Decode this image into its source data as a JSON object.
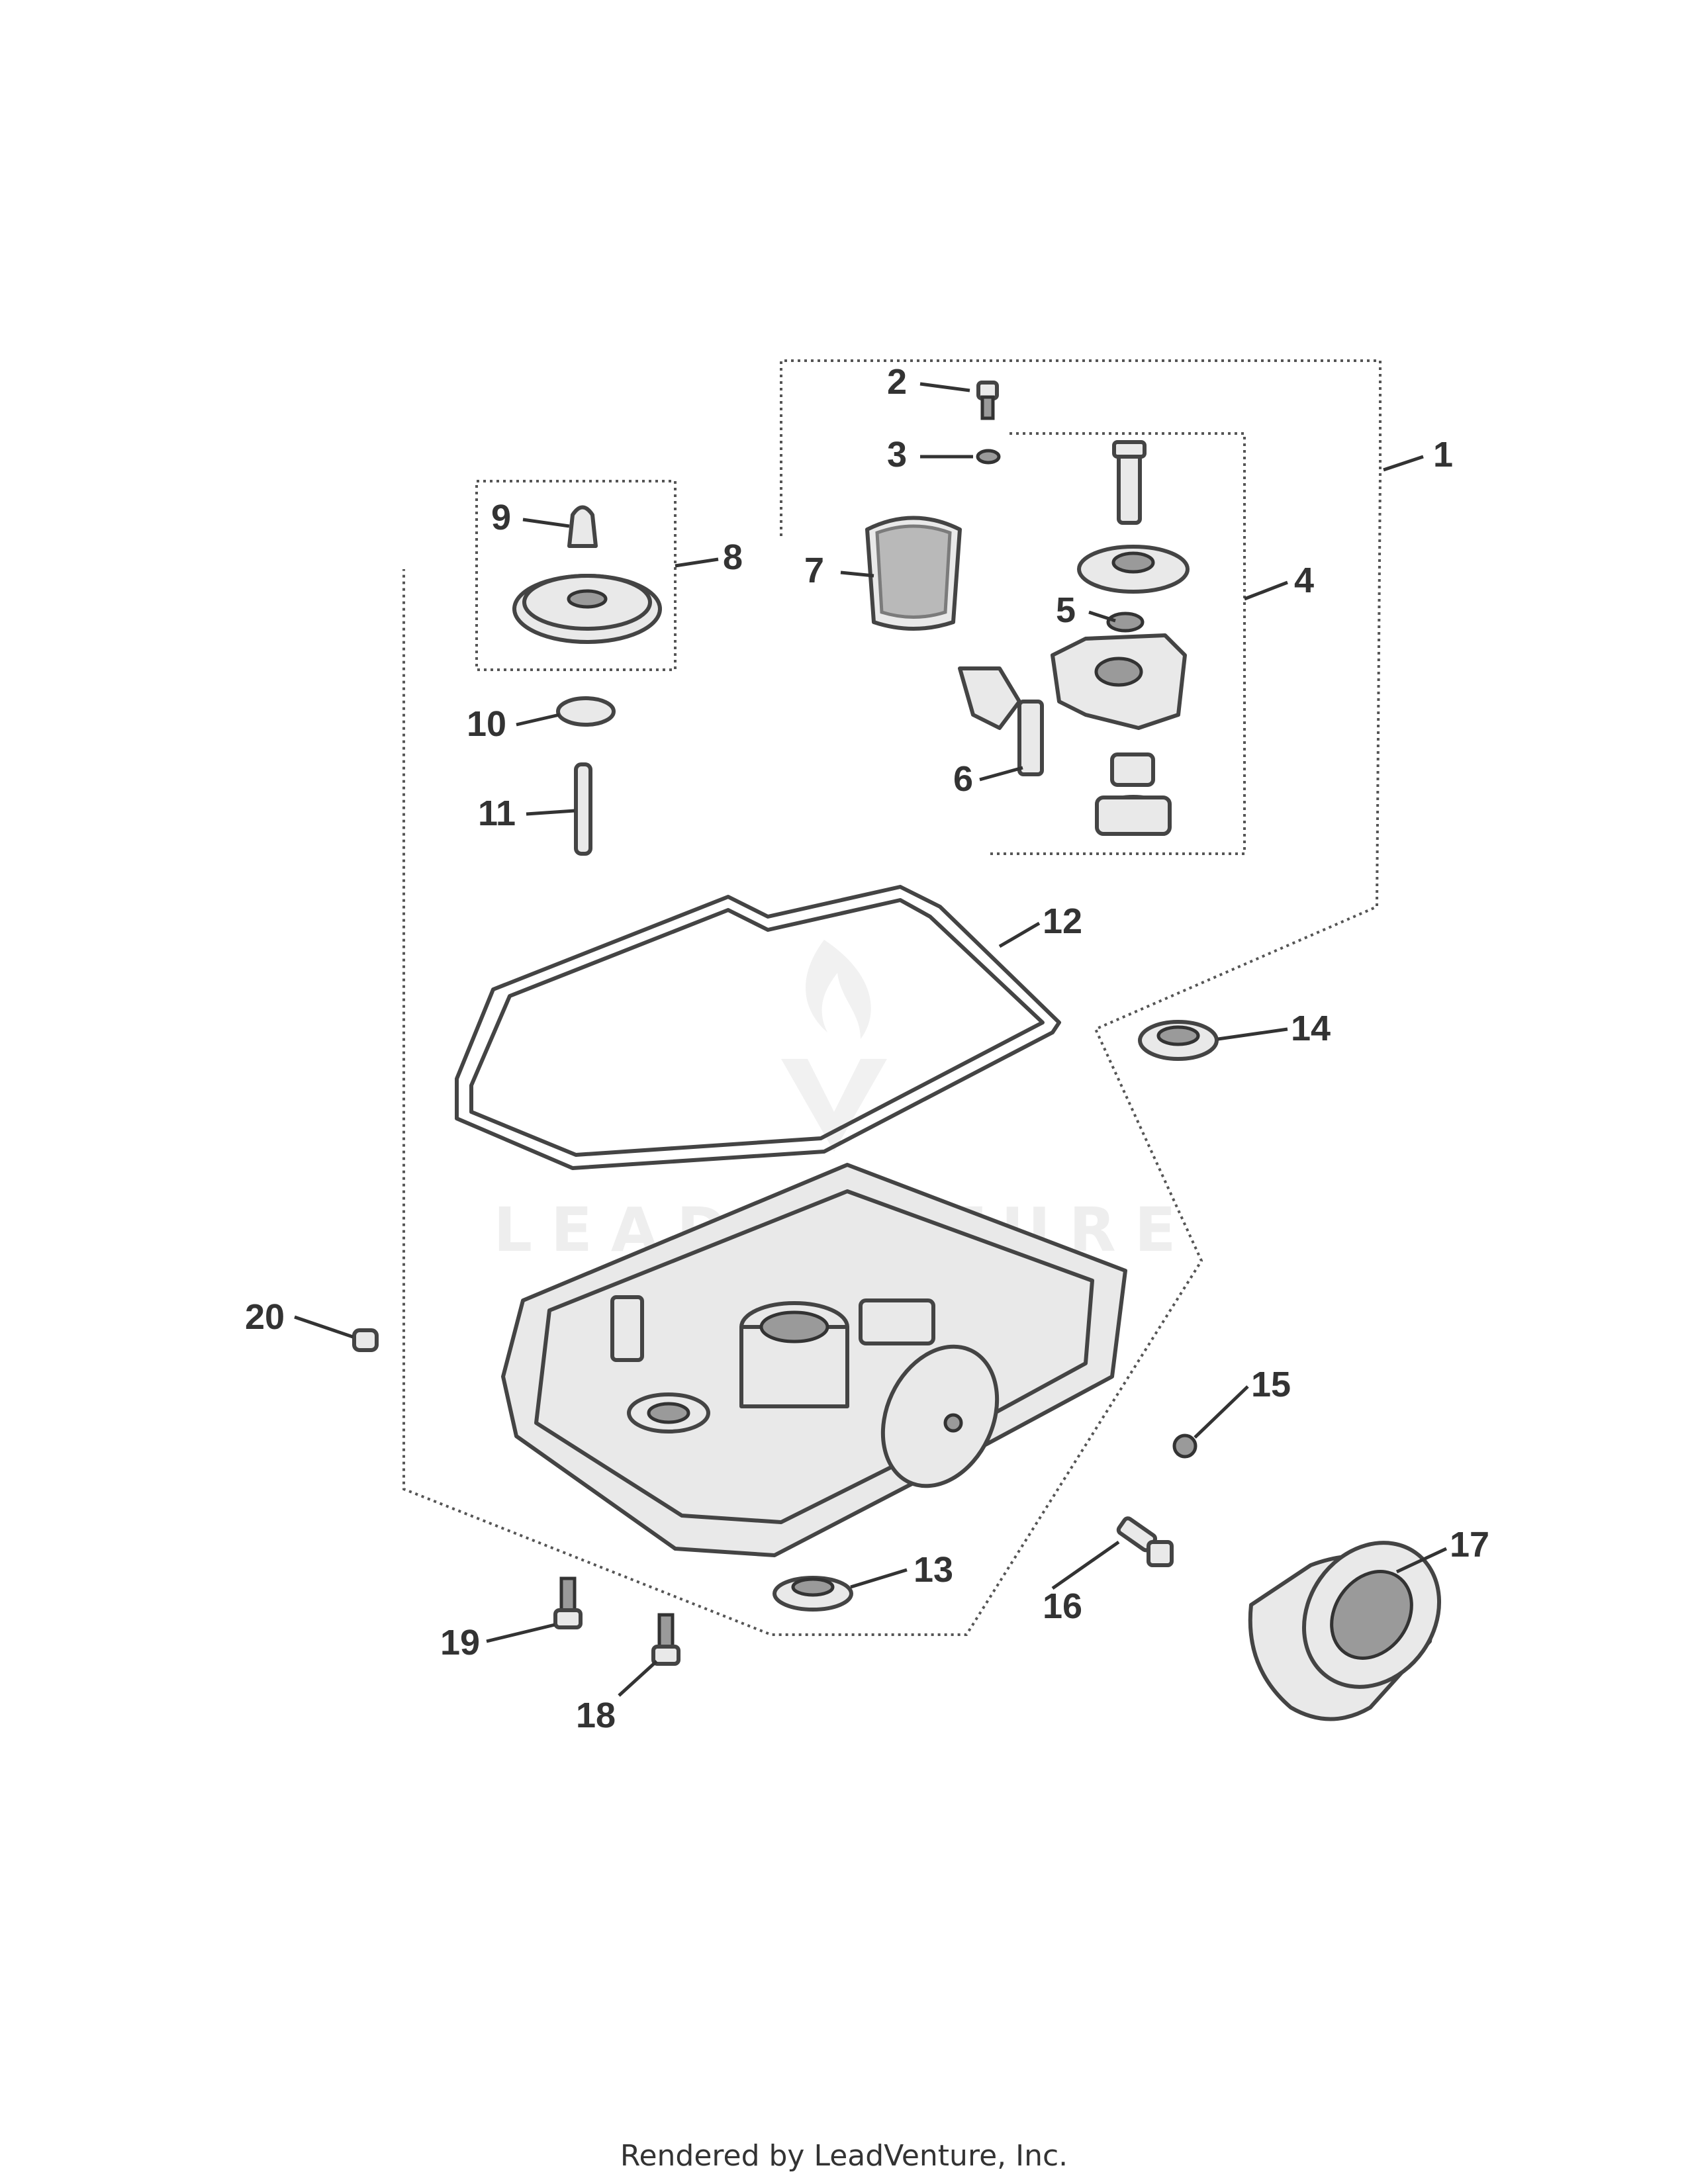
{
  "diagram": {
    "callouts": [
      "1",
      "2",
      "3",
      "4",
      "5",
      "6",
      "7",
      "8",
      "9",
      "10",
      "11",
      "12",
      "13",
      "14",
      "15",
      "16",
      "17",
      "18",
      "19",
      "20"
    ]
  },
  "watermark": "LEADVENTURE",
  "footer": {
    "text": "Rendered by LeadVenture, Inc."
  }
}
